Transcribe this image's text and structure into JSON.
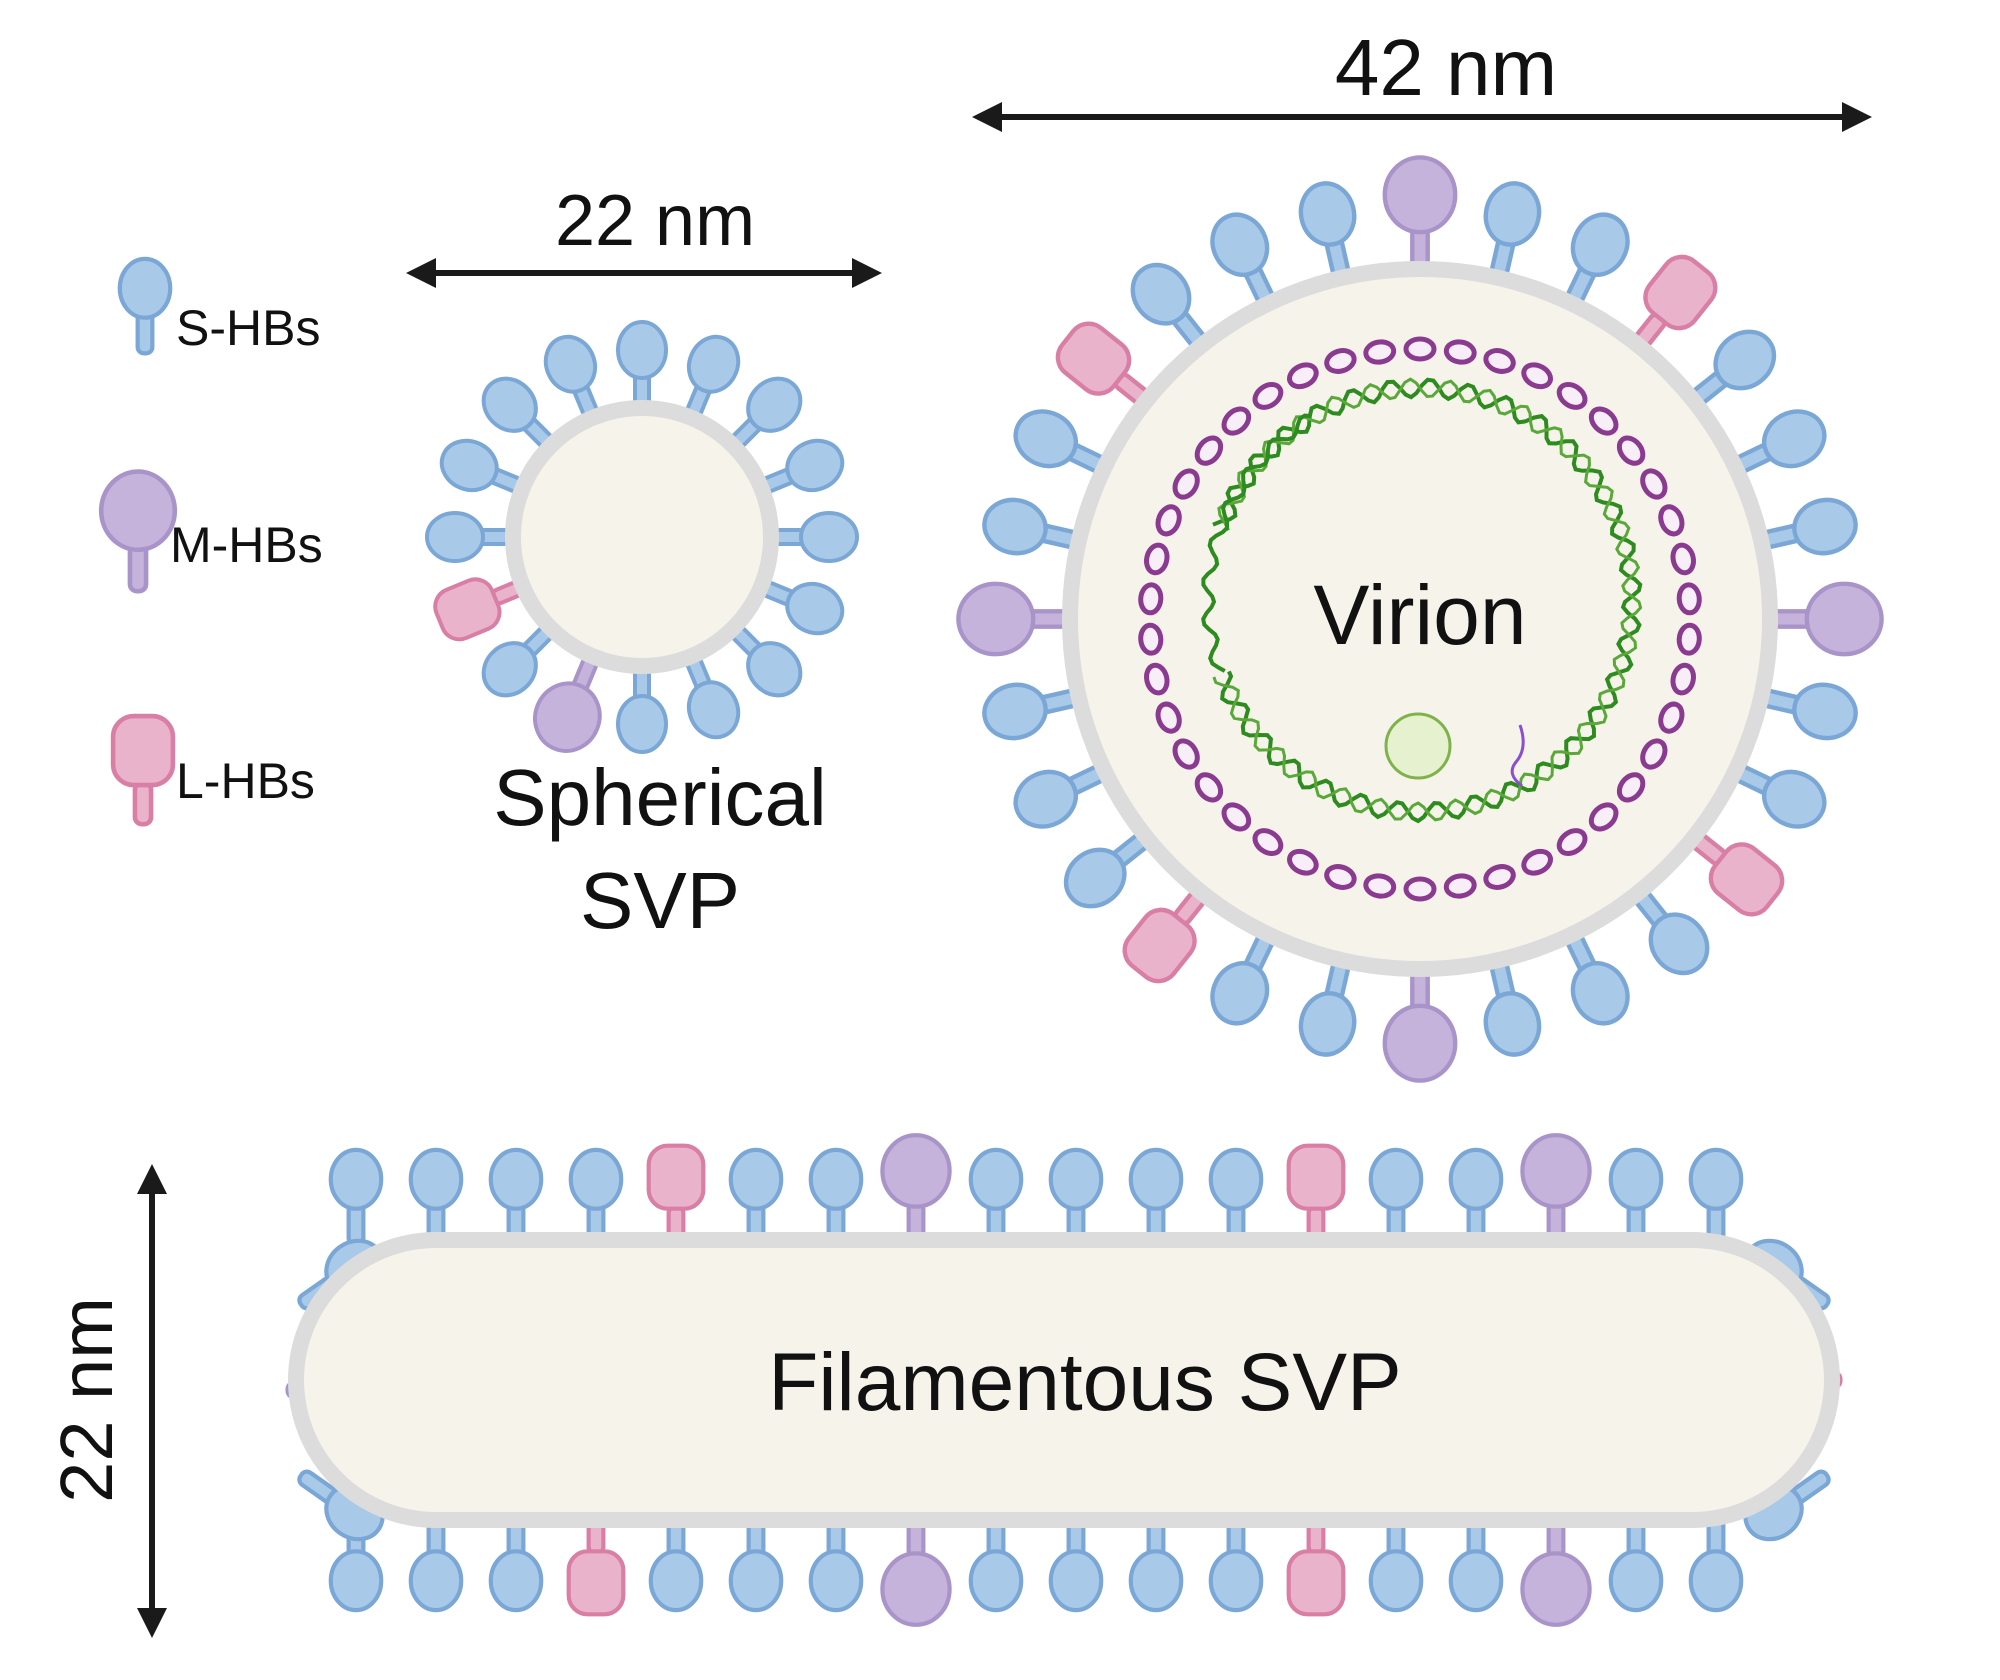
{
  "legend": {
    "items": [
      {
        "label": "S-HBs",
        "kind": "s"
      },
      {
        "label": "M-HBs",
        "kind": "m"
      },
      {
        "label": "L-HBs",
        "kind": "l"
      }
    ]
  },
  "spherical_svp": {
    "size_label": "22 nm",
    "name_line1": "Spherical",
    "name_line2": "SVP"
  },
  "virion": {
    "size_label": "42 nm",
    "name": "Virion"
  },
  "filamentous_svp": {
    "size_label": "22 nm",
    "name": "Filamentous SVP"
  },
  "colors": {
    "s_hbs": "#a9c9e8",
    "s_hbs_stroke": "#7ba7d6",
    "m_hbs": "#c6b3dc",
    "m_hbs_stroke": "#a994c9",
    "l_hbs": "#eab3cc",
    "l_hbs_stroke": "#d97fa6",
    "membrane": "#dcdcdc",
    "interior": "#f6f3ea",
    "capsid": "#8a3a8f",
    "dna": "#2e8b1f"
  }
}
